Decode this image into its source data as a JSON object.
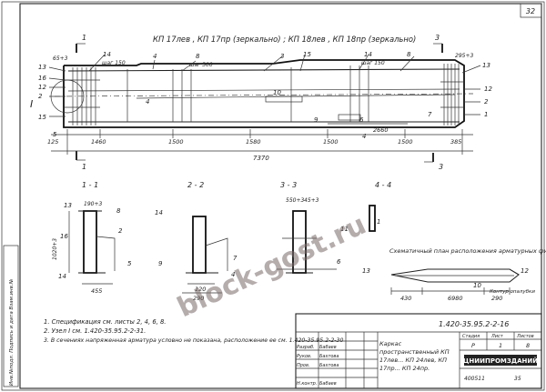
{
  "page_number": "32",
  "main_title": "КП 17лев , КП 17пр (зеркально) ; КП 18лев , КП 18пр (зеркально)",
  "roman_mark": "I",
  "elevation": {
    "top_labels": [
      "14",
      "4",
      "3",
      "15",
      "8",
      "14",
      "13",
      "8"
    ],
    "step_labels": [
      "шаг 150",
      "шаг 300",
      "шаг 150"
    ],
    "left_marks": [
      "13",
      "16",
      "12",
      "2",
      "15"
    ],
    "right_marks": [
      "12",
      "2",
      "1"
    ],
    "bottom_labels": [
      "5",
      "4",
      "10",
      "9",
      "6",
      "7"
    ],
    "small_dims": [
      "65+3",
      "295+3"
    ],
    "dims_row1": [
      "125",
      "1460",
      "1500",
      "1580",
      "1500",
      "1500",
      "385"
    ],
    "dim_inner": "2660",
    "dim_total": "7370",
    "section_marks": [
      "1",
      "1",
      "3",
      "3",
      "4"
    ]
  },
  "sections": {
    "titles": [
      "1 - 1",
      "2 - 2",
      "3 - 3",
      "4 - 4"
    ],
    "s1_labels": [
      "13",
      "190+3",
      "8",
      "16",
      "1020+3",
      "2",
      "5",
      "14",
      "455"
    ],
    "s2_labels": [
      "14",
      "7",
      "9",
      "4",
      "120",
      "290"
    ],
    "s3_labels": [
      "550+3",
      "45+3",
      "11",
      "6"
    ],
    "s4_labels": [
      "1"
    ]
  },
  "plan": {
    "caption": "Схематичный план расположения арматурных фиксаторов",
    "labels": [
      "13",
      "12",
      "10"
    ],
    "dims": [
      "430",
      "6980",
      "290"
    ],
    "contour_note": "Контур опалубки"
  },
  "notes": [
    "1. Спецификация см. листы 2, 4, 6, 8.",
    "2. Узел I  см. 1.420-35.95.2-2-31.",
    "3. В сечениях напряженная арматура условно не показана, расположение ее см. 1.420-35.95.2-2-30"
  ],
  "title_block": {
    "doc_code": "1.420-35.95.2-2-16",
    "roles": [
      "Разраб.",
      "Руков.",
      "Пров.",
      "Н.контр."
    ],
    "names": [
      "Бабаев",
      "Бахтова",
      "Бахтова",
      "Бабаев"
    ],
    "item_name": "Каркас пространственный КП 17лев... КП 24лев, КП 17пр... КП 24пр.",
    "col_headers": [
      "Стадия",
      "Лист",
      "Листов"
    ],
    "col_values": [
      "Р",
      "1",
      "8"
    ],
    "org": "ЦНИИПРОМЗДАНИЙ",
    "footer_code": "400511",
    "footer_num": "35"
  },
  "margin_labels": "Инв.№подл.  Подпись и дата  Взам.инв.№",
  "watermark": "block-gost.ru"
}
